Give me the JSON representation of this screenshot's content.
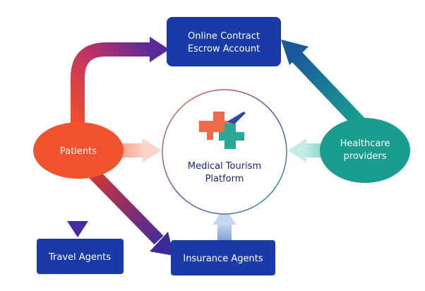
{
  "nodes": {
    "escrow": {
      "line1": "Online Contract",
      "line2": "Escrow Account"
    },
    "patients": {
      "label": "Patients"
    },
    "healthcare": {
      "line1": "Healthcare",
      "line2": "providers"
    },
    "platform": {
      "line1": "Medical Tourism",
      "line2": "Platform"
    },
    "travel": {
      "label": "Travel Agents"
    },
    "insurance": {
      "label": "Insurance Agents"
    }
  },
  "colors": {
    "box_blue": "#1a3aa8",
    "patients_orange": "#f0532d",
    "healthcare_teal": "#1a9c8f",
    "platform_cross_orange": "#ef6b4a",
    "platform_cross_teal": "#2aa89a"
  },
  "icons": {
    "logo": "medical-cross-plane-icon"
  }
}
